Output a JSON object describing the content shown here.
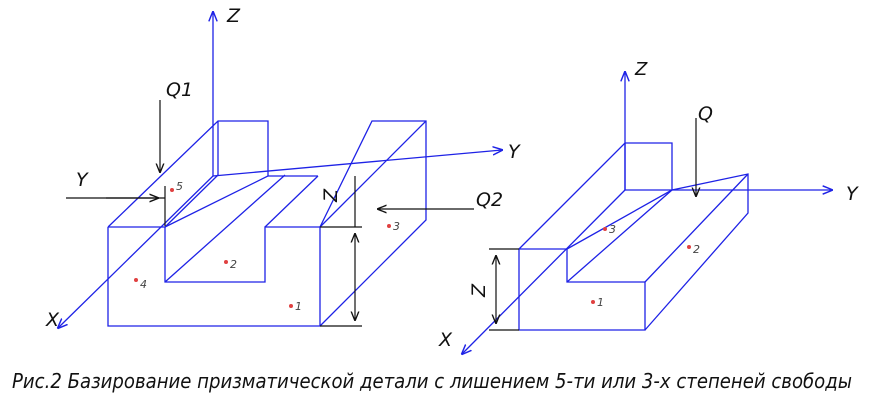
{
  "figure": {
    "caption": "Рис.2 Базирование призматической детали с лишением 5-ти или 3-х степеней свободы",
    "colors": {
      "part_lines": "#1e22e6",
      "dimension_lines": "#111111",
      "support_points": "#e04040"
    },
    "left_view": {
      "axes": {
        "z": "Z",
        "y": "Y",
        "x": "X"
      },
      "forces": {
        "q1": "Q1",
        "q2": "Q2"
      },
      "dimension_labels": {
        "y": "Y",
        "z": "Z"
      },
      "points": [
        "1",
        "2",
        "3",
        "4",
        "5"
      ]
    },
    "right_view": {
      "axes": {
        "z": "Z",
        "y": "Y",
        "x": "X"
      },
      "forces": {
        "q": "Q"
      },
      "dimension_labels": {
        "z": "Z"
      },
      "points": [
        "1",
        "2",
        "3"
      ]
    }
  }
}
